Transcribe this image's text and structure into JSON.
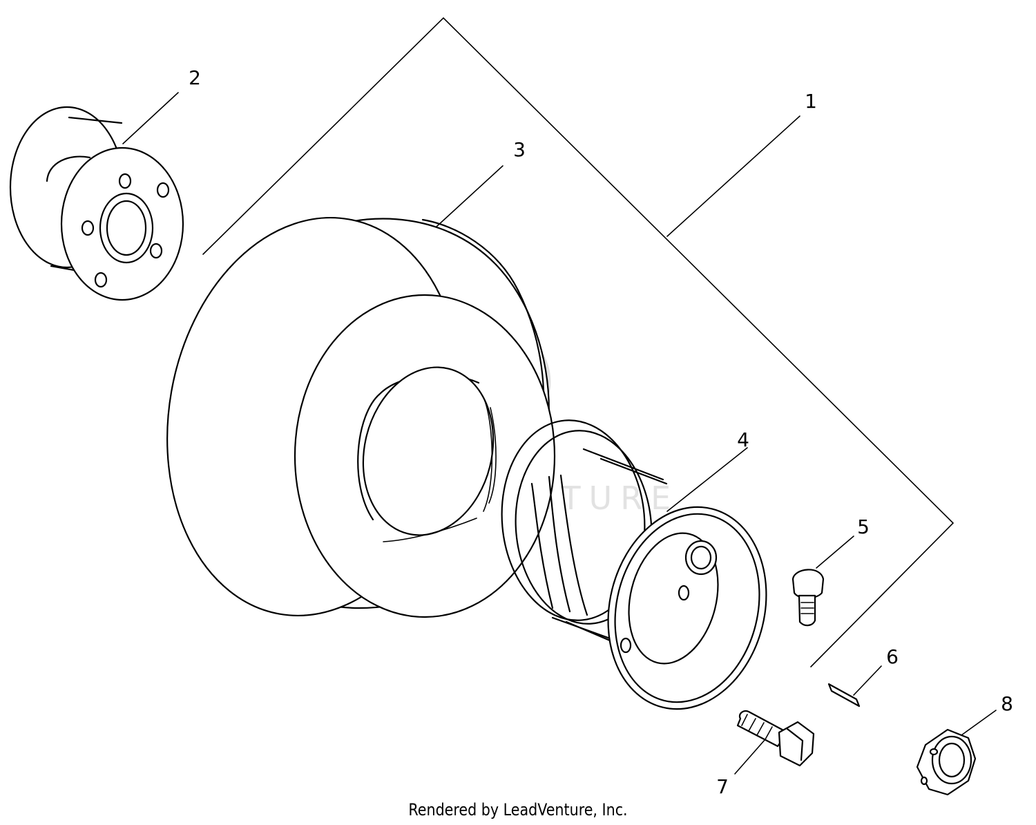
{
  "callouts": [
    {
      "number": "1",
      "part": "wheel assembly"
    },
    {
      "number": "2",
      "part": "hub"
    },
    {
      "number": "3",
      "part": "tire"
    },
    {
      "number": "4",
      "part": "rim"
    },
    {
      "number": "5",
      "part": "valve stem"
    },
    {
      "number": "6",
      "part": "key"
    },
    {
      "number": "7",
      "part": "bolt"
    },
    {
      "number": "8",
      "part": "collar"
    }
  ],
  "watermark": {
    "text": "LEADVENTURE",
    "icon": "flame-logo-icon"
  },
  "footer": {
    "credit": "Rendered by LeadVenture, Inc."
  },
  "colors": {
    "line": "#000000",
    "background": "#ffffff",
    "watermark": "#e2e2e2"
  }
}
